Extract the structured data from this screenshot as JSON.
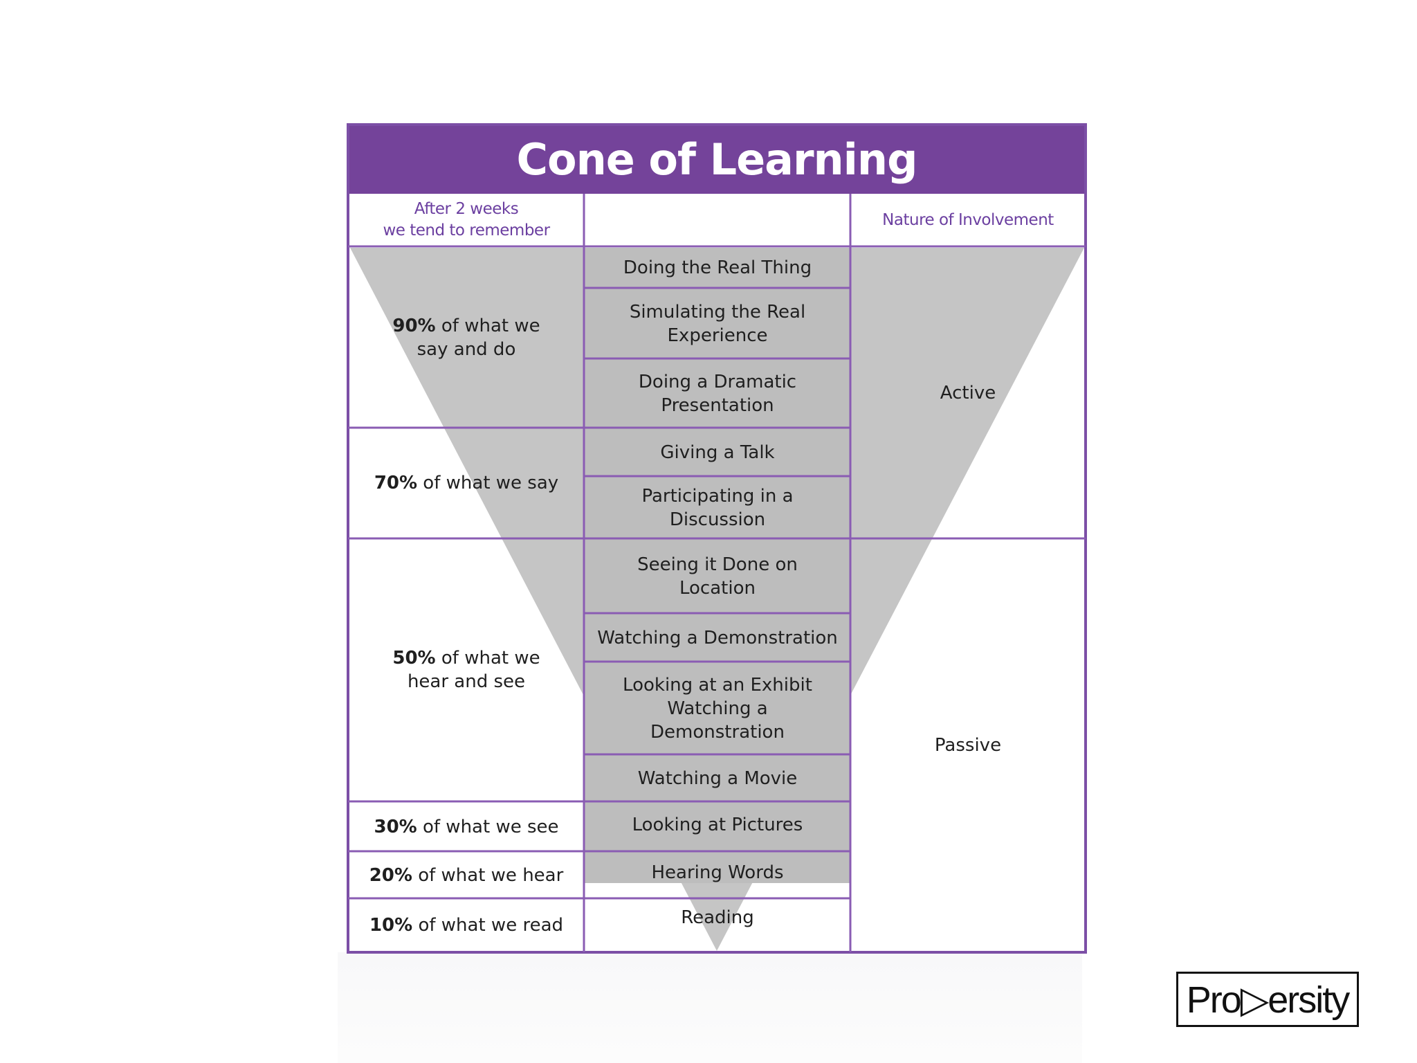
{
  "title": "Cone of Learning",
  "headers": {
    "left": "After 2 weeks\nwe tend to remember",
    "middle": "",
    "right": "Nature of Involvement"
  },
  "retention": [
    {
      "percent": "90%",
      "text": " of what we\nsay and do"
    },
    {
      "percent": "70%",
      "text": " of what we say"
    },
    {
      "percent": "50%",
      "text": " of what we\nhear and see"
    },
    {
      "percent": "30%",
      "text": " of what we see"
    },
    {
      "percent": "20%",
      "text": " of what we hear"
    },
    {
      "percent": "10%",
      "text": " of what we read"
    }
  ],
  "activities": [
    "Doing the Real Thing",
    "Simulating the Real\nExperience",
    "Doing a Dramatic\nPresentation",
    "Giving a Talk",
    "Participating in a\nDiscussion",
    "Seeing it Done on\nLocation",
    "Watching a Demonstration",
    "Looking at an Exhibit\nWatching a\nDemonstration",
    "Watching a Movie",
    "Looking at Pictures",
    "Hearing Words",
    "Reading"
  ],
  "involvement": [
    "Active",
    "Passive"
  ],
  "logo": "Pro▷ersity",
  "colors": {
    "purple": "#74439a",
    "line": "#8a5cb3",
    "cone": "#c5c5c5",
    "cone_cell": "#bcbcbc",
    "text": "#1f1f1f",
    "header_text": "#6b3fa0"
  }
}
